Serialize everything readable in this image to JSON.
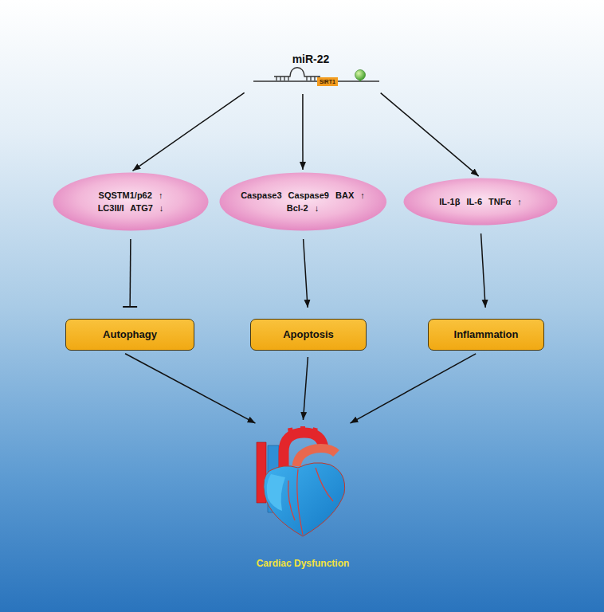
{
  "diagram": {
    "nodes": [
      {
        "text": [
          "miR-22"
        ]
      },
      {
        "text": [
          "SIRT1"
        ],
        "in": 0
      },
      {
        "text": [
          "SQSTM1/p62 ↑",
          "LC3II/I ATG7 ↓"
        ]
      },
      {
        "text": [
          "Caspase3 Caspase9 BAX ↑",
          "Bcl-2 ↓"
        ]
      },
      {
        "text": [
          "IL-1β IL-6 TNFα ↑"
        ]
      },
      {
        "text": [
          "Autophagy"
        ]
      },
      {
        "text": [
          "Apoptosis"
        ]
      },
      {
        "text": [
          "Inflammation"
        ]
      },
      {
        "text": [
          "Cardiac Dysfunction"
        ]
      }
    ],
    "edges": [
      {
        "from": 0,
        "to": 2,
        "arrow": "to"
      },
      {
        "from": 0,
        "to": 3,
        "arrow": "to"
      },
      {
        "from": 0,
        "to": 4,
        "arrow": "to"
      },
      {
        "from": 2,
        "to": 5,
        "arrow": "to"
      },
      {
        "from": 3,
        "to": 6,
        "arrow": "to"
      },
      {
        "from": 4,
        "to": 7,
        "arrow": "to"
      },
      {
        "from": 5,
        "to": 8,
        "arrow": "to"
      },
      {
        "from": 6,
        "to": 8,
        "arrow": "to"
      },
      {
        "from": 7,
        "to": 8,
        "arrow": "to"
      }
    ]
  }
}
